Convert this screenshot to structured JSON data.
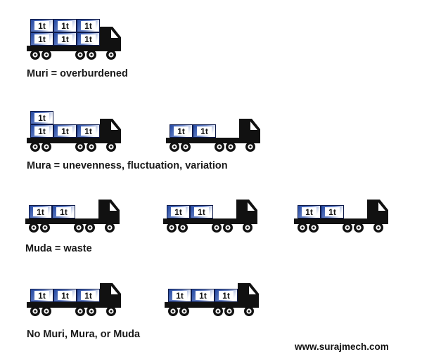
{
  "cargo_label": "1t",
  "colors": {
    "box_gradient_start": "#1f44a0",
    "box_gradient_mid": "#6c86c8",
    "box_gradient_end": "#ffffff",
    "truck": "#111111"
  },
  "sections": [
    {
      "caption": "Muri = overburdened",
      "trucks": [
        {
          "loads": [
            3,
            3
          ],
          "icon": "overloaded-truck-icon"
        }
      ]
    },
    {
      "caption": "Mura = unevenness, fluctuation, variation",
      "trucks": [
        {
          "loads": [
            3,
            1
          ],
          "icon": "uneven-truck-icon"
        },
        {
          "loads": [
            2
          ],
          "icon": "light-truck-icon"
        }
      ]
    },
    {
      "caption": "Muda = waste",
      "trucks": [
        {
          "loads": [
            2
          ],
          "icon": "underloaded-truck-icon"
        },
        {
          "loads": [
            2
          ],
          "icon": "underloaded-truck-icon"
        },
        {
          "loads": [
            2
          ],
          "icon": "underloaded-truck-icon"
        }
      ]
    },
    {
      "caption": "No Muri, Mura, or Muda",
      "trucks": [
        {
          "loads": [
            3
          ],
          "icon": "balanced-truck-icon"
        },
        {
          "loads": [
            3
          ],
          "icon": "balanced-truck-icon"
        }
      ]
    }
  ],
  "website": "www.surajmech.com"
}
